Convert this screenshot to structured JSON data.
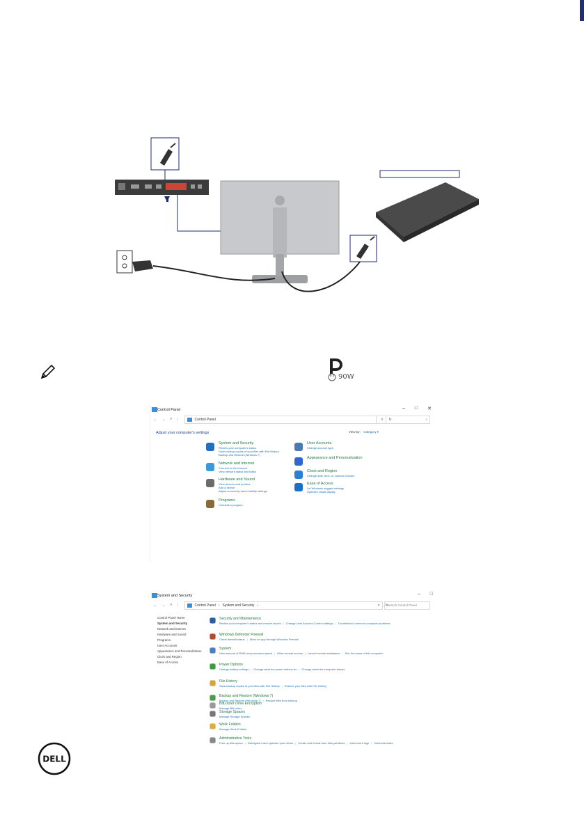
{
  "ports_label": "90W",
  "logo_text": "DELL",
  "control_panel": {
    "title": "Control Panel",
    "address": "Control Panel",
    "heading": "Adjust your computer's settings",
    "view_by_label": "View by:",
    "view_by_value": "Category",
    "left_categories": [
      {
        "title": "System and Security",
        "icon": "shield-icon",
        "links": [
          "Review your computer's status",
          "Save backup copies of your files with File History",
          "Backup and Restore (Windows 7)"
        ]
      },
      {
        "title": "Network and Internet",
        "icon": "network-icon",
        "links": [
          "Connect to the Internet",
          "View network status and tasks"
        ]
      },
      {
        "title": "Hardware and Sound",
        "icon": "printer-icon",
        "links": [
          "View devices and printers",
          "Add a device",
          "Adjust commonly used mobility settings"
        ]
      },
      {
        "title": "Programs",
        "icon": "programs-icon",
        "links": [
          "Uninstall a program"
        ]
      }
    ],
    "right_categories": [
      {
        "title": "User Accounts",
        "icon": "users-icon",
        "links": [
          "Change account type"
        ]
      },
      {
        "title": "Appearance and Personalization",
        "icon": "appearance-icon",
        "links": []
      },
      {
        "title": "Clock and Region",
        "icon": "clock-icon",
        "links": [
          "Change date, time, or number formats"
        ]
      },
      {
        "title": "Ease of Access",
        "icon": "ease-of-access-icon",
        "links": [
          "Let Windows suggest settings",
          "Optimize visual display"
        ]
      }
    ]
  },
  "system_security": {
    "title": "System and Security",
    "breadcrumb": [
      "Control Panel",
      "System and Security"
    ],
    "search_placeholder": "Search Control Panel",
    "sidebar": [
      "Control Panel Home",
      "System and Security",
      "Network and Internet",
      "Hardware and Sound",
      "Programs",
      "User Accounts",
      "Appearance and Personalization",
      "Clock and Region",
      "Ease of Access"
    ],
    "items": [
      {
        "title": "Security and Maintenance",
        "icon": "flag-icon",
        "links": [
          "Review your computer's status and resolve issues",
          "Change User Account Control settings",
          "Troubleshoot common computer problems"
        ]
      },
      {
        "title": "Windows Defender Firewall",
        "icon": "firewall-icon",
        "links": [
          "Check firewall status",
          "Allow an app through Windows Firewall"
        ]
      },
      {
        "title": "System",
        "icon": "system-icon",
        "links": [
          "View amount of RAM and processor speed",
          "Allow remote access",
          "Launch remote assistance",
          "See the name of this computer"
        ]
      },
      {
        "title": "Power Options",
        "icon": "power-icon",
        "links": [
          "Change battery settings",
          "Change what the power buttons do",
          "Change when the computer sleeps"
        ]
      },
      {
        "title": "File History",
        "icon": "file-history-icon",
        "links": [
          "Save backup copies of your files with File History",
          "Restore your files with File History"
        ]
      },
      {
        "title": "Backup and Restore (Windows 7)",
        "icon": "backup-icon",
        "links": [
          "Backup and Restore (Windows 7)",
          "Restore files from backup"
        ]
      },
      {
        "title": "BitLocker Drive Encryption",
        "icon": "bitlocker-icon",
        "links": [
          "Manage BitLocker"
        ]
      },
      {
        "title": "Storage Spaces",
        "icon": "storage-icon",
        "links": [
          "Manage Storage Spaces"
        ]
      },
      {
        "title": "Work Folders",
        "icon": "work-folders-icon",
        "links": [
          "Manage Work Folders"
        ]
      },
      {
        "title": "Administrative Tools",
        "icon": "admin-tools-icon",
        "links": [
          "Free up disk space",
          "Defragment and optimize your drives",
          "Create and format hard disk partitions",
          "View event logs",
          "Schedule tasks"
        ]
      }
    ]
  }
}
